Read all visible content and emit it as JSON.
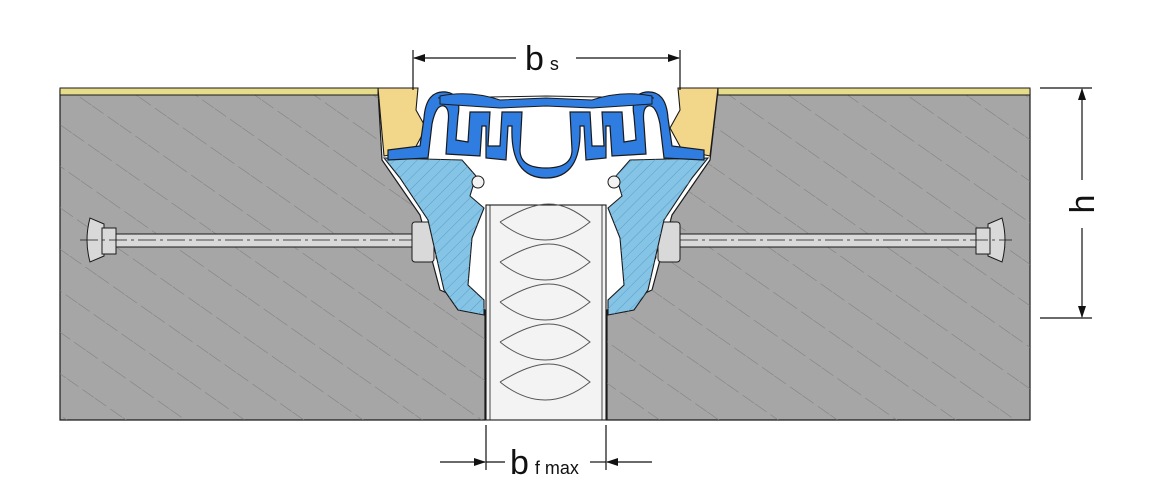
{
  "labels": {
    "bs_main": "b",
    "bs_sub": "s",
    "h": "h",
    "bf_main": "b",
    "bf_sub": "f max"
  },
  "colors": {
    "concrete": "#a6a6a6",
    "hatch": "#7d7d7d",
    "surface": "#e7dc8a",
    "sealant": "#f2d68a",
    "profile": "#86c4e6",
    "seal": "#2f7de0",
    "filler": "#f3f3f3",
    "bolt": "#d9d9d9",
    "outline": "#1a1a1a"
  }
}
